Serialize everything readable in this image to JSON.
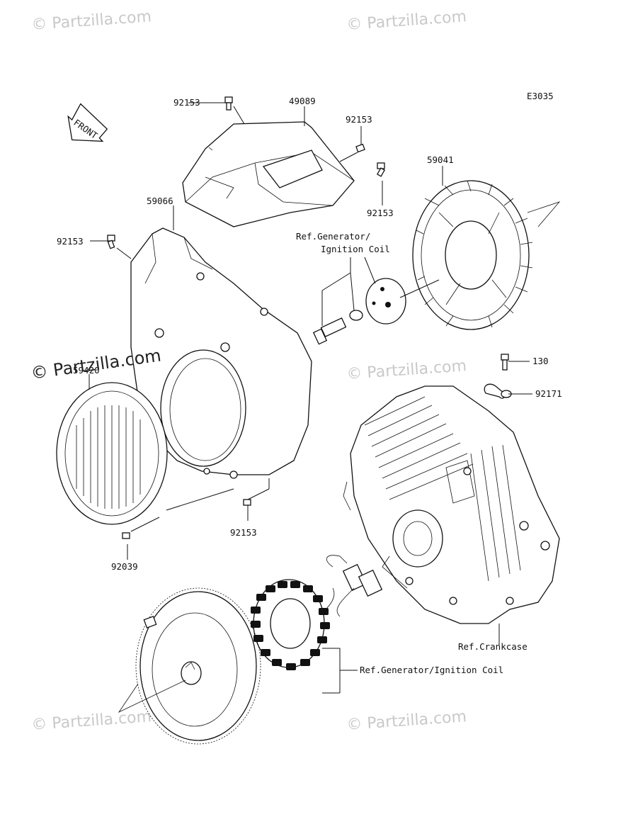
{
  "diagram_code": "E3035",
  "front_label": "FRONT",
  "watermarks": {
    "text": "© Partzilla.com",
    "main": "© Partzilla.com"
  },
  "callouts": {
    "n92153_a": "92153",
    "n49089": "49089",
    "n92153_b": "92153",
    "n92153_c": "92153",
    "n59041": "59041",
    "n59066": "59066",
    "n92153_d": "92153",
    "ref_gen_1": "Ref.Generator/",
    "ref_gen_2": "Ignition Coil",
    "n130": "130",
    "n92171": "92171",
    "n59420": "59420",
    "n92153_e": "92153",
    "n92039": "92039",
    "ref_crankcase": "Ref.Crankcase",
    "ref_gen_full": "Ref.Generator/Ignition Coil"
  }
}
